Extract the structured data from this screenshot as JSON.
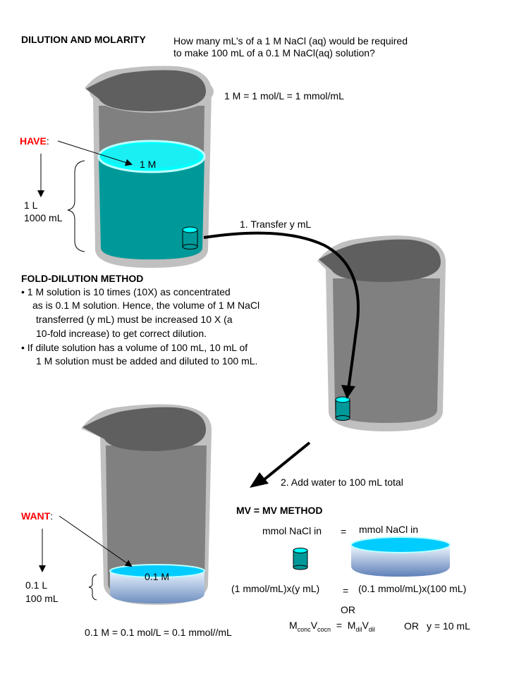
{
  "header": {
    "title": "DILUTION AND MOLARITY",
    "question_line1": "How many mL’s of a 1 M NaCl (aq) would be required",
    "question_line2": "to make 100 mL of a 0.1 M NaCl(aq) solution?"
  },
  "have": {
    "label": "HAVE",
    "colon": ":",
    "conc_label": "1 M",
    "volume_l": "1 L",
    "volume_ml": "1000 mL",
    "equivalence": "1 M = 1 mol/L  = 1 mmol/mL"
  },
  "step1": {
    "label": "1.  Transfer y mL"
  },
  "step2": {
    "label": "2.  Add water to 100 mL total"
  },
  "fold_method": {
    "title": "FOLD-DILUTION METHOD",
    "lines": [
      "• 1 M solution is 10 times (10X) as concentrated",
      "as is 0.1 M solution. Hence, the volume of 1 M NaCl",
      "transferred (y mL) must be increased 10 X (a",
      "10-fold increase) to get correct dilution.",
      "• If dilute solution has a volume of 100 mL, 10 mL of",
      "1 M solution must be added and diluted to 100 mL."
    ]
  },
  "want": {
    "label": "WANT",
    "colon": ":",
    "conc_label": "0.1 M",
    "volume_l": "0.1 L",
    "volume_ml": "100 mL",
    "equivalence": "0.1 M = 0.1 mol/L = 0.1 mmol//mL"
  },
  "mv_method": {
    "title": "MV = MV METHOD",
    "left_caption": "mmol NaCl in",
    "equals": "=",
    "right_caption": "mmol NaCl in",
    "left_expr": "(1 mmol/mL)x(y mL)",
    "right_expr": "(0.1 mmol/mL)x(100 mL)",
    "or1": "OR",
    "formula": {
      "m1": "M",
      "m1_sub": "conc",
      "v1": "V",
      "v1_sub": "cocn",
      "eq": "=",
      "m2": "M",
      "m2_sub": "dil",
      "v2": "V",
      "v2_sub": "dil"
    },
    "or2": "OR",
    "result": "y = 10 mL"
  },
  "colors": {
    "beaker_outer": "#c0c0c0",
    "beaker_inner": "#808080",
    "beaker_rim": "#5f5f5f",
    "solution_concentrated": "#009999",
    "solution_surface": "#00ffff",
    "dilute_side": "#7d9ac4",
    "dilute_surface": "#00ccff",
    "label_red": "#ff0000"
  }
}
